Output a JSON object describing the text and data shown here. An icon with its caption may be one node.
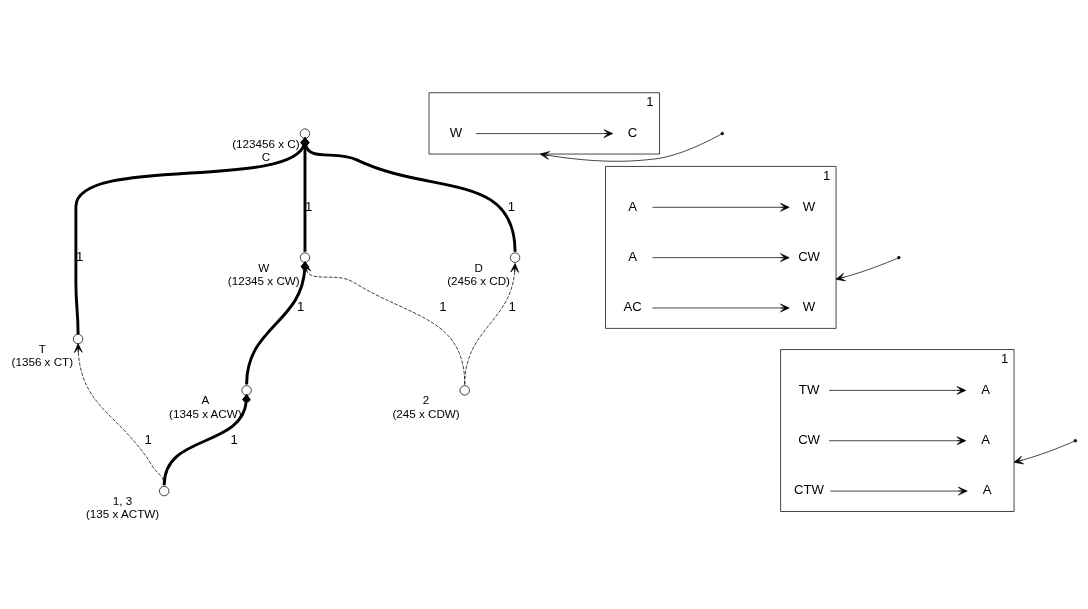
{
  "diagram": {
    "nodes": [
      {
        "text": [],
        "shape": "circle",
        "beside": [
          "(123456 x C)",
          "C"
        ]
      },
      {
        "text": [],
        "shape": "circle",
        "beside": [
          "W",
          "(12345 x CW)"
        ]
      },
      {
        "text": [],
        "shape": "circle",
        "beside": [
          "D",
          "(2456 x CD)"
        ]
      },
      {
        "text": [],
        "shape": "circle",
        "beside": [
          "T",
          "(1356 x CT)"
        ]
      },
      {
        "text": [],
        "shape": "circle",
        "beside": [
          "A",
          "(1345 x ACW)"
        ]
      },
      {
        "text": [],
        "shape": "circle",
        "beside": [
          "2",
          "(245 x CDW)"
        ]
      },
      {
        "text": [],
        "shape": "circle",
        "beside": [
          "1, 3",
          "(135 x ACTW)"
        ]
      },
      {
        "text": [],
        "shape": "box",
        "beside": [
          "1"
        ]
      },
      {
        "text": [
          "W"
        ],
        "in": 7
      },
      {
        "text": [
          "C"
        ],
        "in": 7
      },
      {
        "text": [],
        "shape": "box",
        "beside": [
          "1"
        ]
      },
      {
        "text": [
          "A"
        ],
        "in": 10
      },
      {
        "text": [
          "W"
        ],
        "in": 10
      },
      {
        "text": [
          "A"
        ],
        "in": 10
      },
      {
        "text": [
          "CW"
        ],
        "in": 10
      },
      {
        "text": [
          "AC"
        ],
        "in": 10
      },
      {
        "text": [
          "W"
        ],
        "in": 10
      },
      {
        "text": [],
        "shape": "box",
        "beside": [
          "1"
        ]
      },
      {
        "text": [
          "TW"
        ],
        "in": 17
      },
      {
        "text": [
          "A"
        ],
        "in": 17
      },
      {
        "text": [
          "CW"
        ],
        "in": 17
      },
      {
        "text": [
          "A"
        ],
        "in": 17
      },
      {
        "text": [
          "CTW"
        ],
        "in": 17
      },
      {
        "text": [
          "A"
        ],
        "in": 17
      }
    ],
    "edges": [
      {
        "from": 2,
        "to": 0,
        "arrow": "to",
        "label": "1",
        "style": "thick"
      },
      {
        "from": 3,
        "to": 0,
        "arrow": "to",
        "label": "1",
        "style": "thick"
      },
      {
        "from": 1,
        "to": 0,
        "arrow": "to",
        "label": "1",
        "style": "thick"
      },
      {
        "from": 4,
        "to": 1,
        "arrow": "to",
        "label": "1",
        "style": "thick"
      },
      {
        "from": 6,
        "to": 4,
        "arrow": "to",
        "label": "1",
        "style": "thick"
      },
      {
        "from": 5,
        "to": 1,
        "arrow": "to",
        "label": "1",
        "style": "dashed"
      },
      {
        "from": 5,
        "to": 2,
        "arrow": "to",
        "label": "1",
        "style": "dashed"
      },
      {
        "from": 6,
        "to": 3,
        "arrow": "to",
        "label": "1",
        "style": "dashed"
      },
      {
        "from": null,
        "to": 7,
        "arrow": "to"
      },
      {
        "from": null,
        "to": 10,
        "arrow": "to"
      },
      {
        "from": null,
        "to": 17,
        "arrow": "to"
      },
      {
        "from": 8,
        "to": 9,
        "arrow": "to"
      },
      {
        "from": 11,
        "to": 12,
        "arrow": "to"
      },
      {
        "from": 13,
        "to": 14,
        "arrow": "to"
      },
      {
        "from": 15,
        "to": 16,
        "arrow": "to"
      },
      {
        "from": 18,
        "to": 19,
        "arrow": "to"
      },
      {
        "from": 20,
        "to": 21,
        "arrow": "to"
      },
      {
        "from": 22,
        "to": 23,
        "arrow": "to"
      }
    ]
  }
}
